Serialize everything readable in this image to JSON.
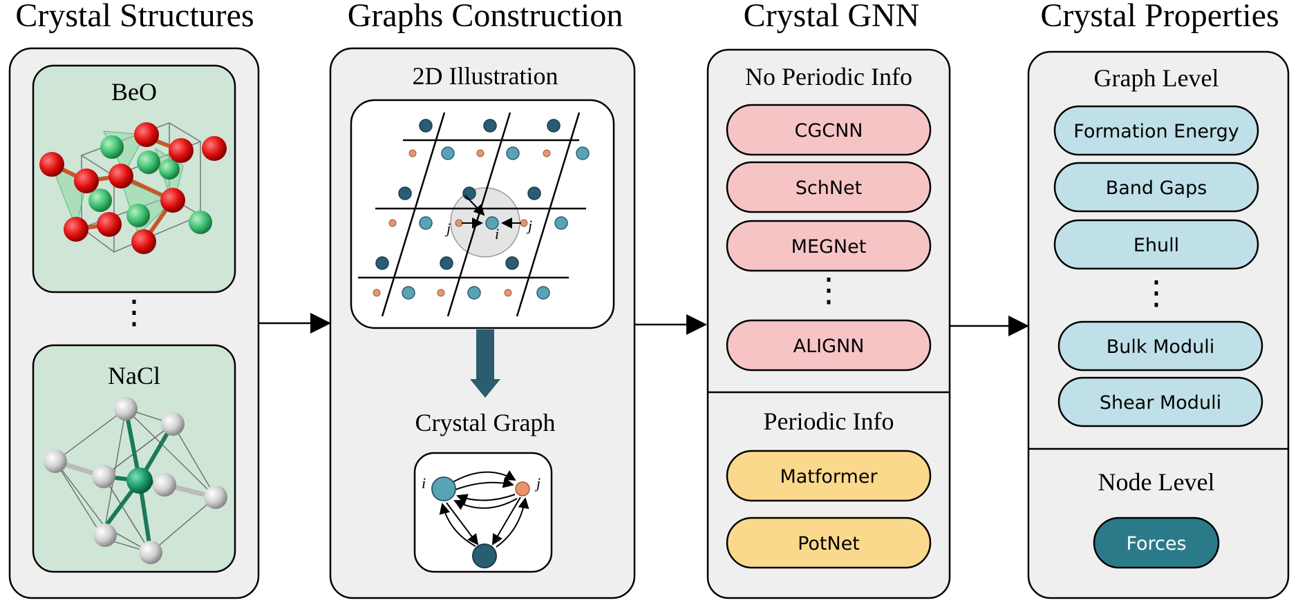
{
  "columns": {
    "structures": {
      "title": "Crystal Structures",
      "crystal1": "BeO",
      "crystal2": "NaCl",
      "ellipsis": "⋮"
    },
    "graphs": {
      "title": "Graphs Construction",
      "illustration_label": "2D Illustration",
      "graph_label": "Crystal Graph",
      "node_i": "i",
      "node_j": "j"
    },
    "gnn": {
      "title": "Crystal GNN",
      "no_periodic_label": "No Periodic Info",
      "no_periodic_models": [
        "CGCNN",
        "SchNet",
        "MEGNet",
        "ALIGNN"
      ],
      "ellipsis": "⋮",
      "periodic_label": "Periodic Info",
      "periodic_models": [
        "Matformer",
        "PotNet"
      ]
    },
    "properties": {
      "title": "Crystal Properties",
      "graph_level_label": "Graph Level",
      "graph_level_items": [
        "Formation Energy",
        "Band Gaps",
        "Ehull",
        "Bulk Moduli",
        "Shear Moduli"
      ],
      "ellipsis": "⋮",
      "node_level_label": "Node Level",
      "node_level_items": [
        "Forces"
      ]
    }
  },
  "colors": {
    "panel_bg": "#efefef",
    "crystal_box": "#cfe5d6",
    "no_periodic_pill": "#f7c4c6",
    "periodic_pill": "#fbd98c",
    "property_pill": "#bfe0e8",
    "node_pill": "#2b7a8a",
    "dark_atom": "#2b5d72",
    "light_atom": "#5aa3b5",
    "small_atom": "#e8956e",
    "arrow_dark": "#2b5d6e"
  }
}
